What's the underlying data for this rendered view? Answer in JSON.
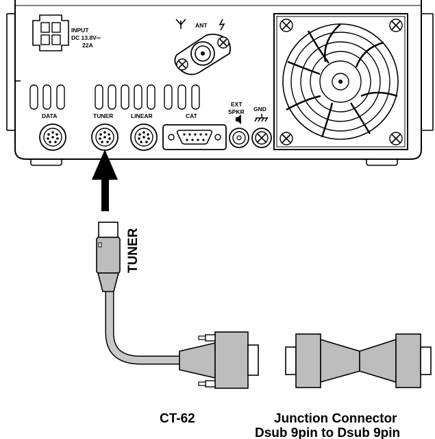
{
  "panel": {
    "power_input": [
      "INPUT",
      "DC 13.8V═",
      "22A"
    ],
    "ant_label": "ANT",
    "port_labels": {
      "data": "DATA",
      "tuner": "TUNER",
      "linear": "LINEAR",
      "cat": "CAT",
      "ext_spkr_line1": "EXT",
      "ext_spkr_line2": "SPKR",
      "gnd": "GND"
    }
  },
  "cable": {
    "plug_label": "TUNER",
    "name": "CT-62"
  },
  "junction": {
    "title": "Junction Connector",
    "subtitle": "Dsub 9pin to Dsub 9pin"
  },
  "icons": [
    "antenna-icon",
    "lightning-icon",
    "speaker-icon",
    "ground-icon",
    "fan-grille-icon",
    "up-arrow-icon"
  ],
  "colors": {
    "line": "#000000",
    "cable_fill": "#c8c8c8",
    "plug_fill": "#bdbdbd",
    "panel_fill": "#ffffff"
  }
}
